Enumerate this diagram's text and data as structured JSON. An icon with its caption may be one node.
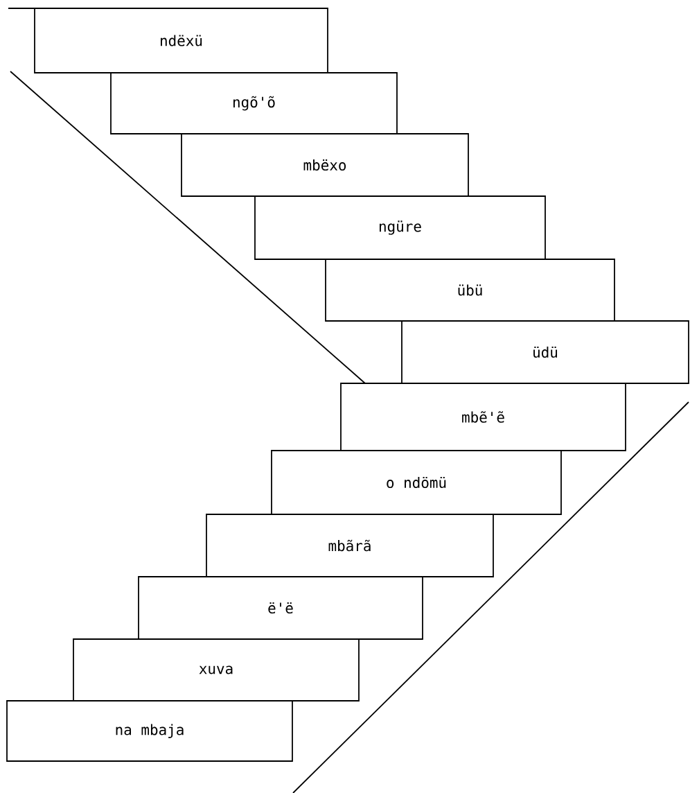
{
  "diagram": {
    "nodes": [
      {
        "text": [
          "ndëxü"
        ]
      },
      {
        "text": [
          "ngõ'õ"
        ]
      },
      {
        "text": [
          "mbëxo"
        ]
      },
      {
        "text": [
          "ngüre"
        ]
      },
      {
        "text": [
          "übü"
        ]
      },
      {
        "text": [
          "üdü"
        ]
      },
      {
        "text": [
          "mbẽ'ẽ"
        ]
      },
      {
        "text": [
          "o ndömü"
        ]
      },
      {
        "text": [
          "mbãrã"
        ]
      },
      {
        "text": [
          "ë'ë"
        ]
      },
      {
        "text": [
          "xuva"
        ]
      },
      {
        "text": [
          "na mbaja"
        ]
      }
    ]
  }
}
